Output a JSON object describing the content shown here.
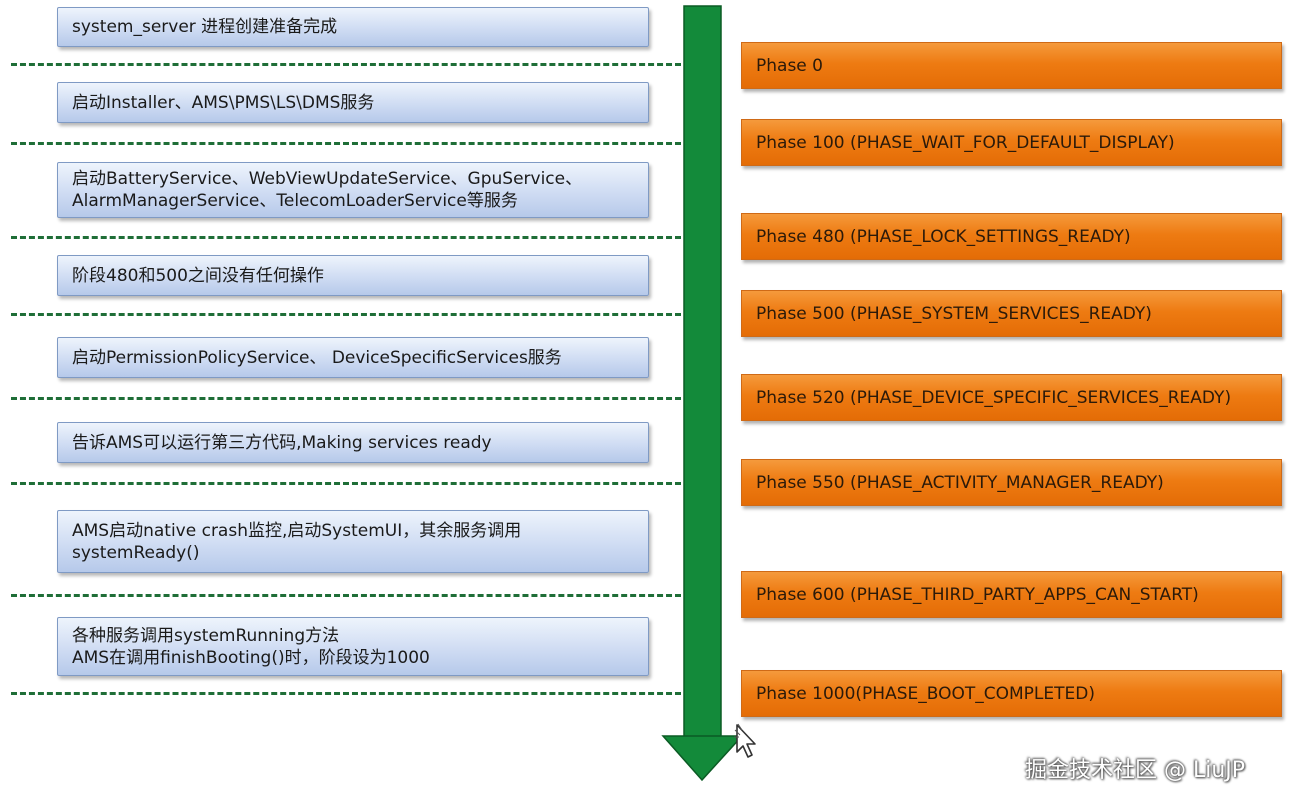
{
  "steps": [
    {
      "text": "system_server 进程创建准备完成"
    },
    {
      "text": "启动Installer、AMS\\PMS\\LS\\DMS服务"
    },
    {
      "text": "启动BatteryService、WebViewUpdateService、GpuService、\nAlarmManagerService、TelecomLoaderService等服务"
    },
    {
      "text": "阶段480和500之间没有任何操作"
    },
    {
      "text": "启动PermissionPolicyService、 DeviceSpecificServices服务"
    },
    {
      "text": "告诉AMS可以运行第三方代码,Making services ready"
    },
    {
      "text": "AMS启动native crash监控,启动SystemUI，其余服务调用\nsystemReady()"
    },
    {
      "text": "各种服务调用systemRunning方法\nAMS在调用finishBooting()时，阶段设为1000"
    }
  ],
  "phases": [
    {
      "label": "Phase 0"
    },
    {
      "label": "Phase 100 (PHASE_WAIT_FOR_DEFAULT_DISPLAY)"
    },
    {
      "label": "Phase 480 (PHASE_LOCK_SETTINGS_READY)"
    },
    {
      "label": "Phase 500 (PHASE_SYSTEM_SERVICES_READY)"
    },
    {
      "label": "Phase 520 (PHASE_DEVICE_SPECIFIC_SERVICES_READY)"
    },
    {
      "label": "Phase 550 (PHASE_ACTIVITY_MANAGER_READY)"
    },
    {
      "label": "Phase 600 (PHASE_THIRD_PARTY_APPS_CAN_START)"
    },
    {
      "label": "Phase 1000(PHASE_BOOT_COMPLETED)"
    }
  ],
  "watermark": "掘金技术社区 @ LiuJP",
  "colors": {
    "timeline_arrow": "#138a3a",
    "dashed_line": "#1f6e37",
    "phase_fill": "#ee7b12",
    "step_fill": "#cfdcf3"
  }
}
